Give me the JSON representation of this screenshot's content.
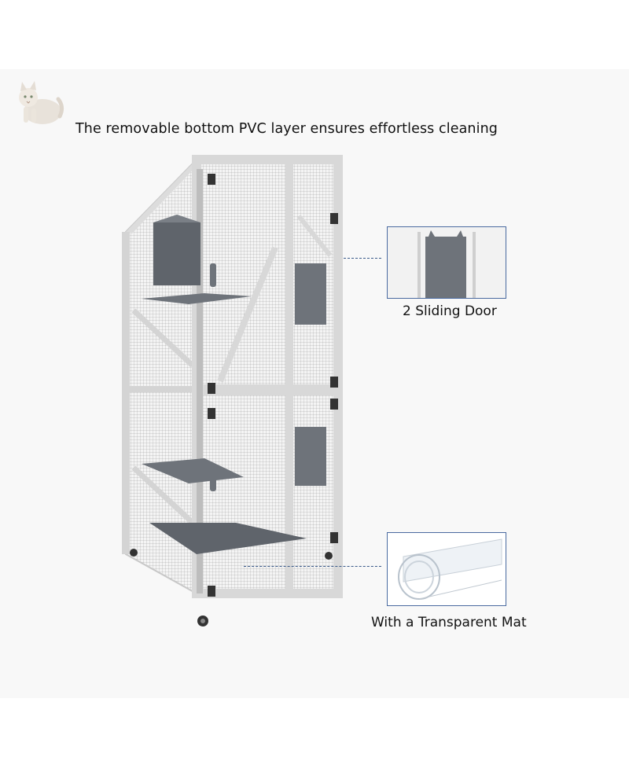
{
  "headline": "The removable bottom PVC layer ensures effortless cleaning",
  "features": [
    {
      "label": "2 Sliding Door",
      "icon": "sliding-door-thumbnail"
    },
    {
      "label": "With a Transparent Mat",
      "icon": "transparent-mat-thumbnail"
    }
  ],
  "colors": {
    "panel_bg": "#f8f8f8",
    "frame": "#d8d8d8",
    "frame_shadow": "#b8b8b8",
    "shelf": "#6e737a",
    "callout": "#3a5a8a",
    "inset_border": "#4a6aa0"
  }
}
